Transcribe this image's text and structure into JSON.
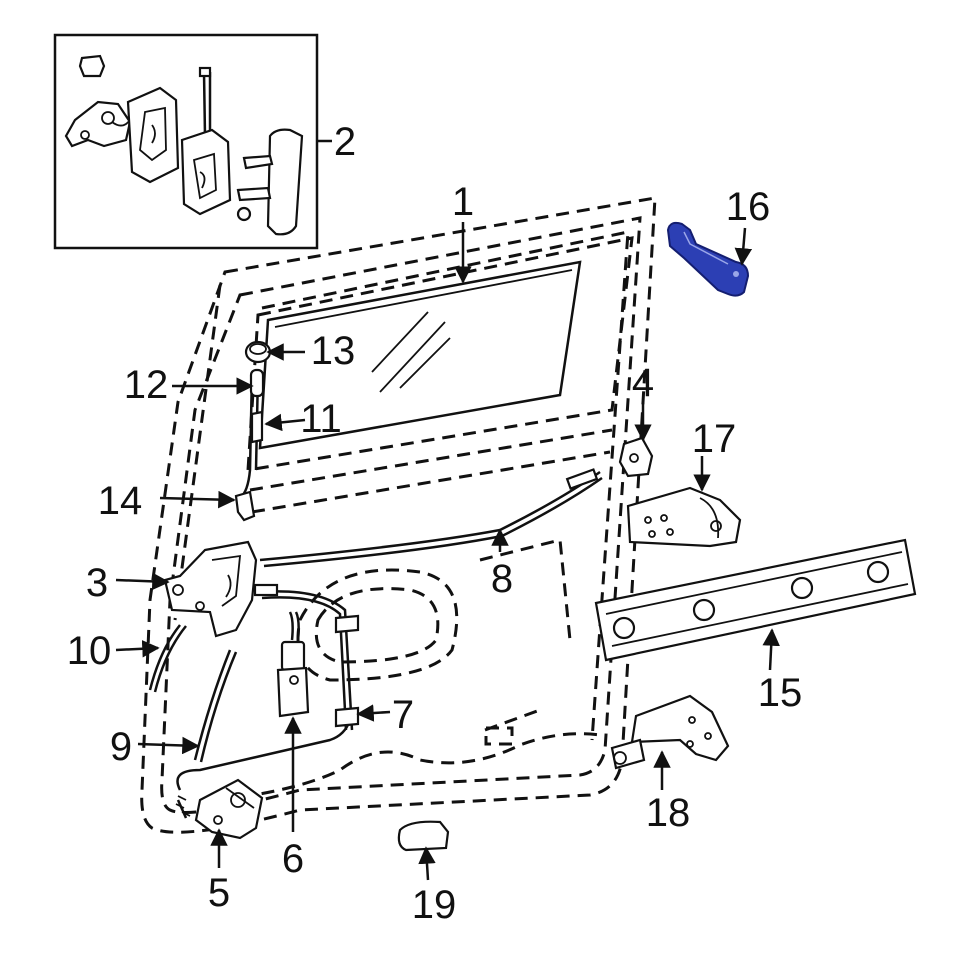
{
  "colors": {
    "background": "#ffffff",
    "line": "#111111",
    "highlight_fill": "#2c3fb4",
    "highlight_stroke": "#141e70"
  },
  "callouts": [
    {
      "id": "1",
      "label": "1"
    },
    {
      "id": "2",
      "label": "2"
    },
    {
      "id": "3",
      "label": "3"
    },
    {
      "id": "4",
      "label": "4"
    },
    {
      "id": "5",
      "label": "5"
    },
    {
      "id": "6",
      "label": "6"
    },
    {
      "id": "7",
      "label": "7"
    },
    {
      "id": "8",
      "label": "8"
    },
    {
      "id": "9",
      "label": "9"
    },
    {
      "id": "10",
      "label": "10"
    },
    {
      "id": "11",
      "label": "11"
    },
    {
      "id": "12",
      "label": "12"
    },
    {
      "id": "13",
      "label": "13"
    },
    {
      "id": "14",
      "label": "14"
    },
    {
      "id": "15",
      "label": "15"
    },
    {
      "id": "16",
      "label": "16"
    },
    {
      "id": "17",
      "label": "17"
    },
    {
      "id": "18",
      "label": "18"
    },
    {
      "id": "19",
      "label": "19"
    }
  ]
}
